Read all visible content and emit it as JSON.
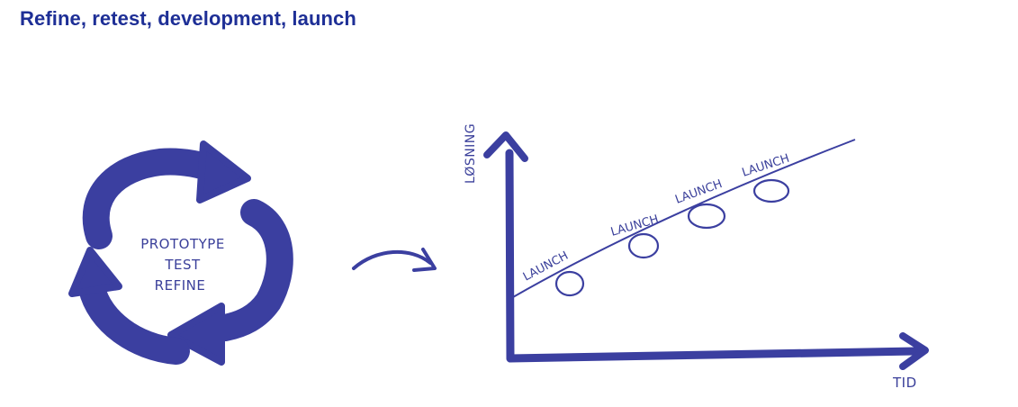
{
  "page": {
    "title": "Refine, retest, development, launch"
  },
  "cycle": {
    "lines": [
      "PROTOTYPE",
      "TEST",
      "REFINE"
    ]
  },
  "graph": {
    "y_axis_label": "LØSNING",
    "x_axis_label": "TID",
    "launches": [
      "LAUNCH",
      "LAUNCH",
      "LAUNCH",
      "LAUNCH"
    ]
  },
  "colors": {
    "ink": "#3b3fa0",
    "title": "#1e2f96"
  }
}
